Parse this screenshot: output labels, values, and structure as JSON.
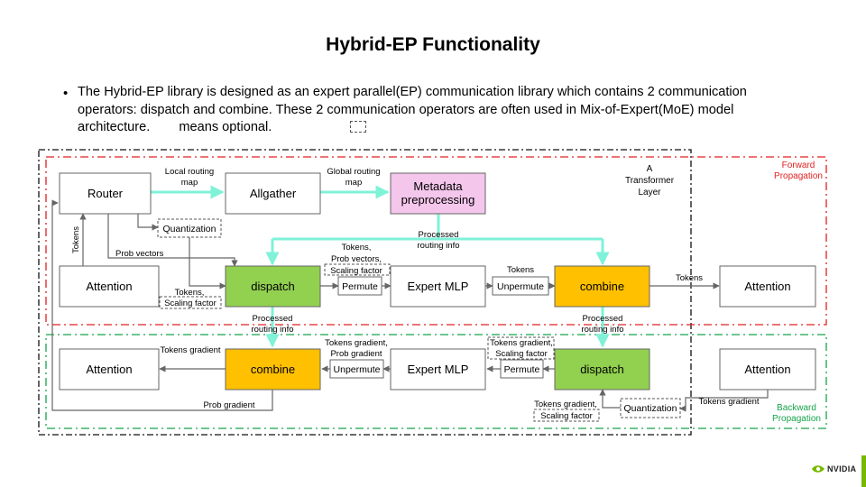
{
  "title": "Hybrid-EP Functionality",
  "bullet": {
    "line1": "The Hybrid-EP library is designed as an expert parallel(EP) communication library which contains 2 communication",
    "line2": "operators: dispatch and combine. These 2 communication operators are often used in Mix-of-Expert(MoE) model",
    "line3_a": "architecture.",
    "line3_b": "means optional."
  },
  "regions": {
    "forward": [
      "Forward",
      "Propagation"
    ],
    "backward": [
      "Backward",
      "Propagation"
    ],
    "layer": [
      "A",
      "Transformer",
      "Layer"
    ]
  },
  "boxes": {
    "router": "Router",
    "allgather": "Allgather",
    "metadata": [
      "Metadata",
      "preprocessing"
    ],
    "attention": "Attention",
    "dispatch": "dispatch",
    "combine": "combine",
    "permute": "Permute",
    "unpermute": "Unpermute",
    "expert_mlp": "Expert MLP",
    "quantization": "Quantization"
  },
  "labels": {
    "local_routing": [
      "Local routing",
      "map"
    ],
    "global_routing": [
      "Global routing",
      "map"
    ],
    "tokens": "Tokens",
    "prob_vectors": "Prob vectors",
    "processed_routing": [
      "Processed",
      "routing info"
    ],
    "tokens_prob_scaling": [
      "Tokens,",
      "Prob vectors,",
      "Scaling factor"
    ],
    "tokens_scaling": [
      "Tokens,",
      "Scaling factor"
    ],
    "tokens_gradient": "Tokens gradient",
    "tg_prob_gradient": [
      "Tokens gradient,",
      "Prob gradient"
    ],
    "tg_scaling": [
      "Tokens gradient,",
      "Scaling factor"
    ],
    "prob_gradient": "Prob gradient"
  },
  "brand": "NVIDIA",
  "colors": {
    "green_box": "#92d050",
    "orange_box": "#ffc000",
    "pink_box": "#f4c6ec",
    "arrow_cyan": "#7ff2d8",
    "forward_red": "#e02020",
    "backward_green": "#16a34a",
    "nvidia_green": "#76b900"
  }
}
